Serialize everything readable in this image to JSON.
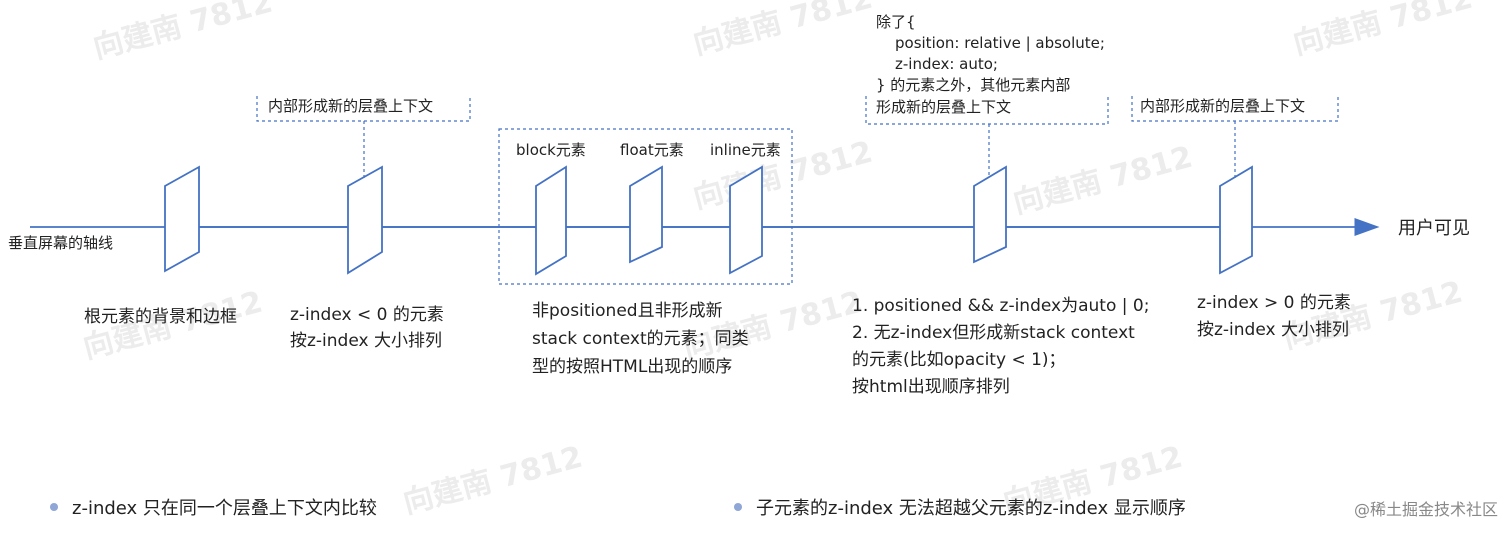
{
  "axis": {
    "left_label": "垂直屏幕的轴线",
    "right_label": "用户可见",
    "color": "#4472c4"
  },
  "planes": [
    {
      "caption": [
        "根元素的背景和边框"
      ]
    },
    {
      "top_note": "内部形成新的层叠上下文",
      "caption": [
        "z-index < 0 的元素",
        "按z-index 大小排列"
      ]
    },
    {
      "caption_group": [
        "非positioned且非形成新",
        "stack context的元素；同类",
        "型的按照HTML出现的顺序"
      ],
      "items": [
        "block元素",
        "float元素",
        "inline元素"
      ]
    },
    {
      "top_note": [
        "除了{",
        "position: relative | absolute;",
        "z-index: auto;",
        "} 的元素之外，其他元素内部",
        "形成新的层叠上下文"
      ],
      "caption": [
        "1. positioned && z-index为auto | 0;",
        "2. 无z-index但形成新stack context",
        "的元素(比如opacity < 1)；",
        "按html出现顺序排列"
      ]
    },
    {
      "top_note": "内部形成新的层叠上下文",
      "caption": [
        "z-index > 0 的元素",
        "按z-index 大小排列"
      ]
    }
  ],
  "bullets": [
    "z-index  只在同一个层叠上下文内比较",
    "子元素的z-index 无法超越父元素的z-index 显示顺序"
  ],
  "watermark": "向建南 7812",
  "footer": "@稀土掘金技术社区"
}
